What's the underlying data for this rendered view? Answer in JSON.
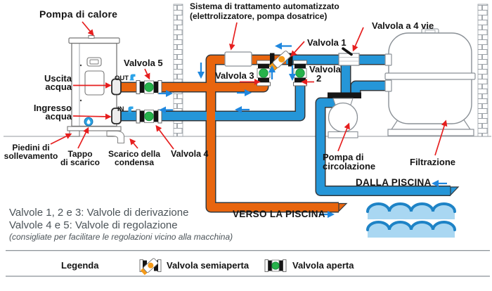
{
  "diagram": {
    "labels": {
      "heat_pump": "Pompa di calore",
      "treatment_1": "Sistema di trattamento automatizzato",
      "treatment_2": "(elettrolizzatore, pompa dosatrice)",
      "four_way_valve": "Valvola a 4 vie",
      "valve_1": "Valvola 1",
      "valve_2_word": "Valvola",
      "valve_2_num": "2",
      "valve_3": "Valvola 3",
      "valve_4": "Valvola 4",
      "valve_5": "Valvola 5",
      "water_out_1": "Uscita",
      "water_out_2": "acqua",
      "water_in_1": "Ingresso",
      "water_in_2": "acqua",
      "out_port": "OUT",
      "in_port": "IN",
      "feet_1": "Piedini di",
      "feet_2": "sollevamento",
      "drain_plug_1": "Tappo",
      "drain_plug_2": "di scarico",
      "condensate_1": "Scarico della",
      "condensate_2": "condensa",
      "circulation_pump_1": "Pompa di",
      "circulation_pump_2": "circolazione",
      "filtration": "Filtrazione",
      "from_pool": "DALLA PISCINA",
      "to_pool": "VERSO LA PISCINA"
    },
    "notes": {
      "line1": "Valvole 1, 2 e 3: Valvole di derivazione",
      "line2": "Valvole 4 e 5: Valvole di regolazione",
      "line3": "(consigliate per facilitare le regolazioni vicino alla macchina)"
    },
    "legend": {
      "title": "Legenda",
      "semi_open": "Valvola semiaperta",
      "open": "Valvola aperta"
    },
    "colors": {
      "hot_pipe": "#e8650e",
      "cold_pipe": "#2596d8",
      "open_valve_green": "#27b24b",
      "semi_valve_orange": "#f59a18",
      "annotation_red": "#e61f1f",
      "flow_arrow_blue": "#1f87de",
      "note_text_gray": "#4b5358",
      "wave_dark": "#1e83c6",
      "wave_light": "#a9d7f2"
    }
  }
}
